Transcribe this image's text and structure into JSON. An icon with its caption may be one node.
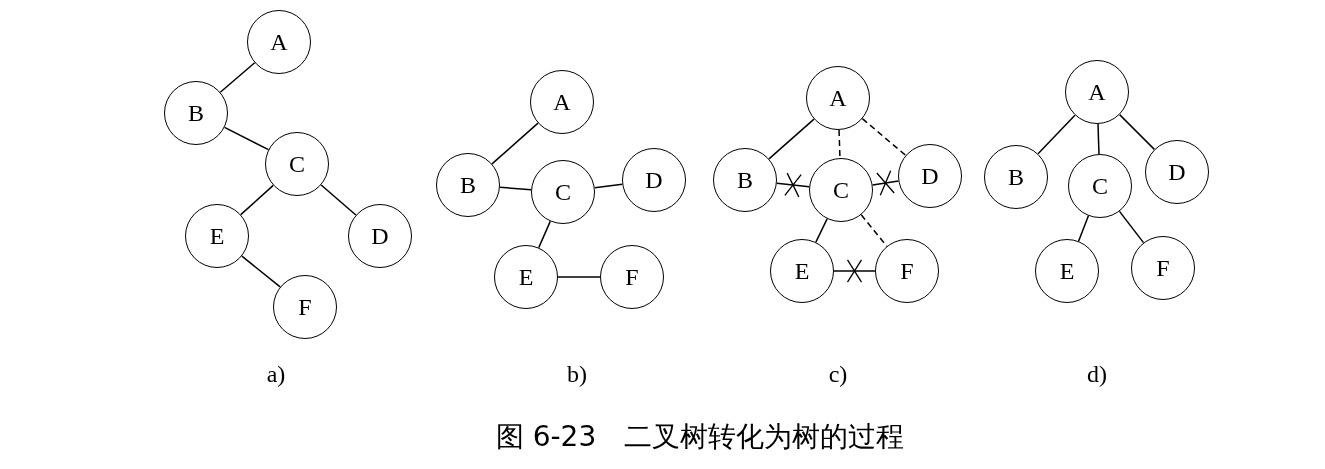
{
  "diagram": {
    "caption": "图 6-23　二叉树转化为树的过程",
    "nodes": [
      {
        "text": [
          "A"
        ]
      },
      {
        "text": [
          "B"
        ]
      },
      {
        "text": [
          "C"
        ]
      },
      {
        "text": [
          "E"
        ]
      },
      {
        "text": [
          "D"
        ]
      },
      {
        "text": [
          "F"
        ]
      },
      {
        "text": [
          "A"
        ]
      },
      {
        "text": [
          "B"
        ]
      },
      {
        "text": [
          "C"
        ]
      },
      {
        "text": [
          "D"
        ]
      },
      {
        "text": [
          "E"
        ]
      },
      {
        "text": [
          "F"
        ]
      },
      {
        "text": [
          "A"
        ]
      },
      {
        "text": [
          "B"
        ]
      },
      {
        "text": [
          "C"
        ]
      },
      {
        "text": [
          "D"
        ]
      },
      {
        "text": [
          "E"
        ]
      },
      {
        "text": [
          "F"
        ]
      },
      {
        "text": [
          "A"
        ]
      },
      {
        "text": [
          "B"
        ]
      },
      {
        "text": [
          "C"
        ]
      },
      {
        "text": [
          "D"
        ]
      },
      {
        "text": [
          "E"
        ]
      },
      {
        "text": [
          "F"
        ]
      }
    ],
    "edges": [
      {
        "from": 0,
        "to": 1,
        "arrow": "none"
      },
      {
        "from": 1,
        "to": 2,
        "arrow": "none"
      },
      {
        "from": 2,
        "to": 3,
        "arrow": "none"
      },
      {
        "from": 2,
        "to": 4,
        "arrow": "none"
      },
      {
        "from": 3,
        "to": 5,
        "arrow": "none"
      },
      {
        "from": 6,
        "to": 7,
        "arrow": "none"
      },
      {
        "from": 7,
        "to": 8,
        "arrow": "none"
      },
      {
        "from": 8,
        "to": 9,
        "arrow": "none"
      },
      {
        "from": 8,
        "to": 10,
        "arrow": "none"
      },
      {
        "from": 10,
        "to": 11,
        "arrow": "none"
      },
      {
        "from": 12,
        "to": 13,
        "arrow": "none"
      },
      {
        "from": 12,
        "to": 14,
        "arrow": "none",
        "style": "dashed"
      },
      {
        "from": 12,
        "to": 15,
        "arrow": "none",
        "style": "dashed"
      },
      {
        "from": 13,
        "to": 14,
        "arrow": "none"
      },
      {
        "from": 14,
        "to": 15,
        "arrow": "none"
      },
      {
        "from": 14,
        "to": 16,
        "arrow": "none"
      },
      {
        "from": 14,
        "to": 17,
        "arrow": "none",
        "style": "dashed"
      },
      {
        "from": 16,
        "to": 17,
        "arrow": "none"
      },
      {
        "from": 18,
        "to": 19,
        "arrow": "none"
      },
      {
        "from": 18,
        "to": 20,
        "arrow": "none"
      },
      {
        "from": 18,
        "to": 21,
        "arrow": "none"
      },
      {
        "from": 20,
        "to": 22,
        "arrow": "none"
      },
      {
        "from": 20,
        "to": 23,
        "arrow": "none"
      }
    ],
    "labels": [
      "a)",
      "b)",
      "c)",
      "d)"
    ]
  }
}
